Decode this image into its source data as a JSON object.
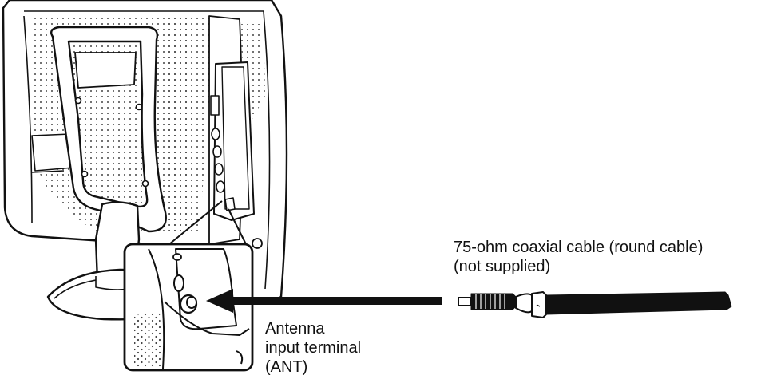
{
  "labels": {
    "cable": {
      "line1": "75-ohm coaxial cable (round cable)",
      "line2": "(not supplied)"
    },
    "antenna": {
      "line1": "Antenna",
      "line2": "input terminal",
      "line3": "(ANT)"
    }
  },
  "colors": {
    "line": "#111111",
    "fill": "#ffffff",
    "dots": "#444444"
  }
}
